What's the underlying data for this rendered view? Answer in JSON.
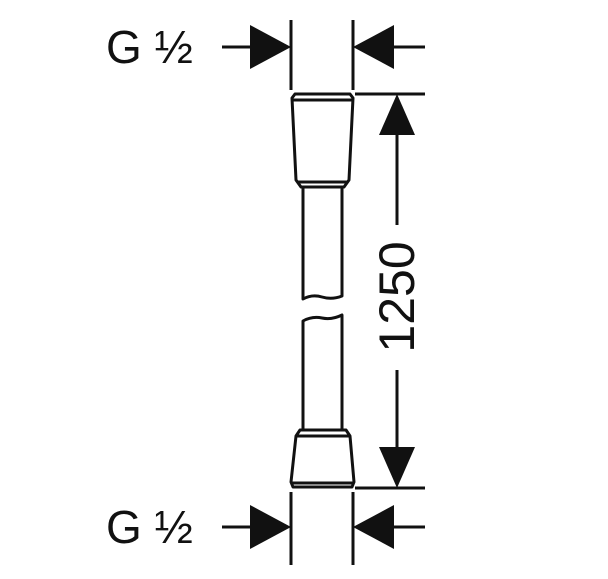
{
  "labels": {
    "thread_top": "G ½",
    "thread_bottom": "G ½",
    "length": "1250"
  },
  "colors": {
    "ink": "#111111",
    "background": "#ffffff"
  }
}
